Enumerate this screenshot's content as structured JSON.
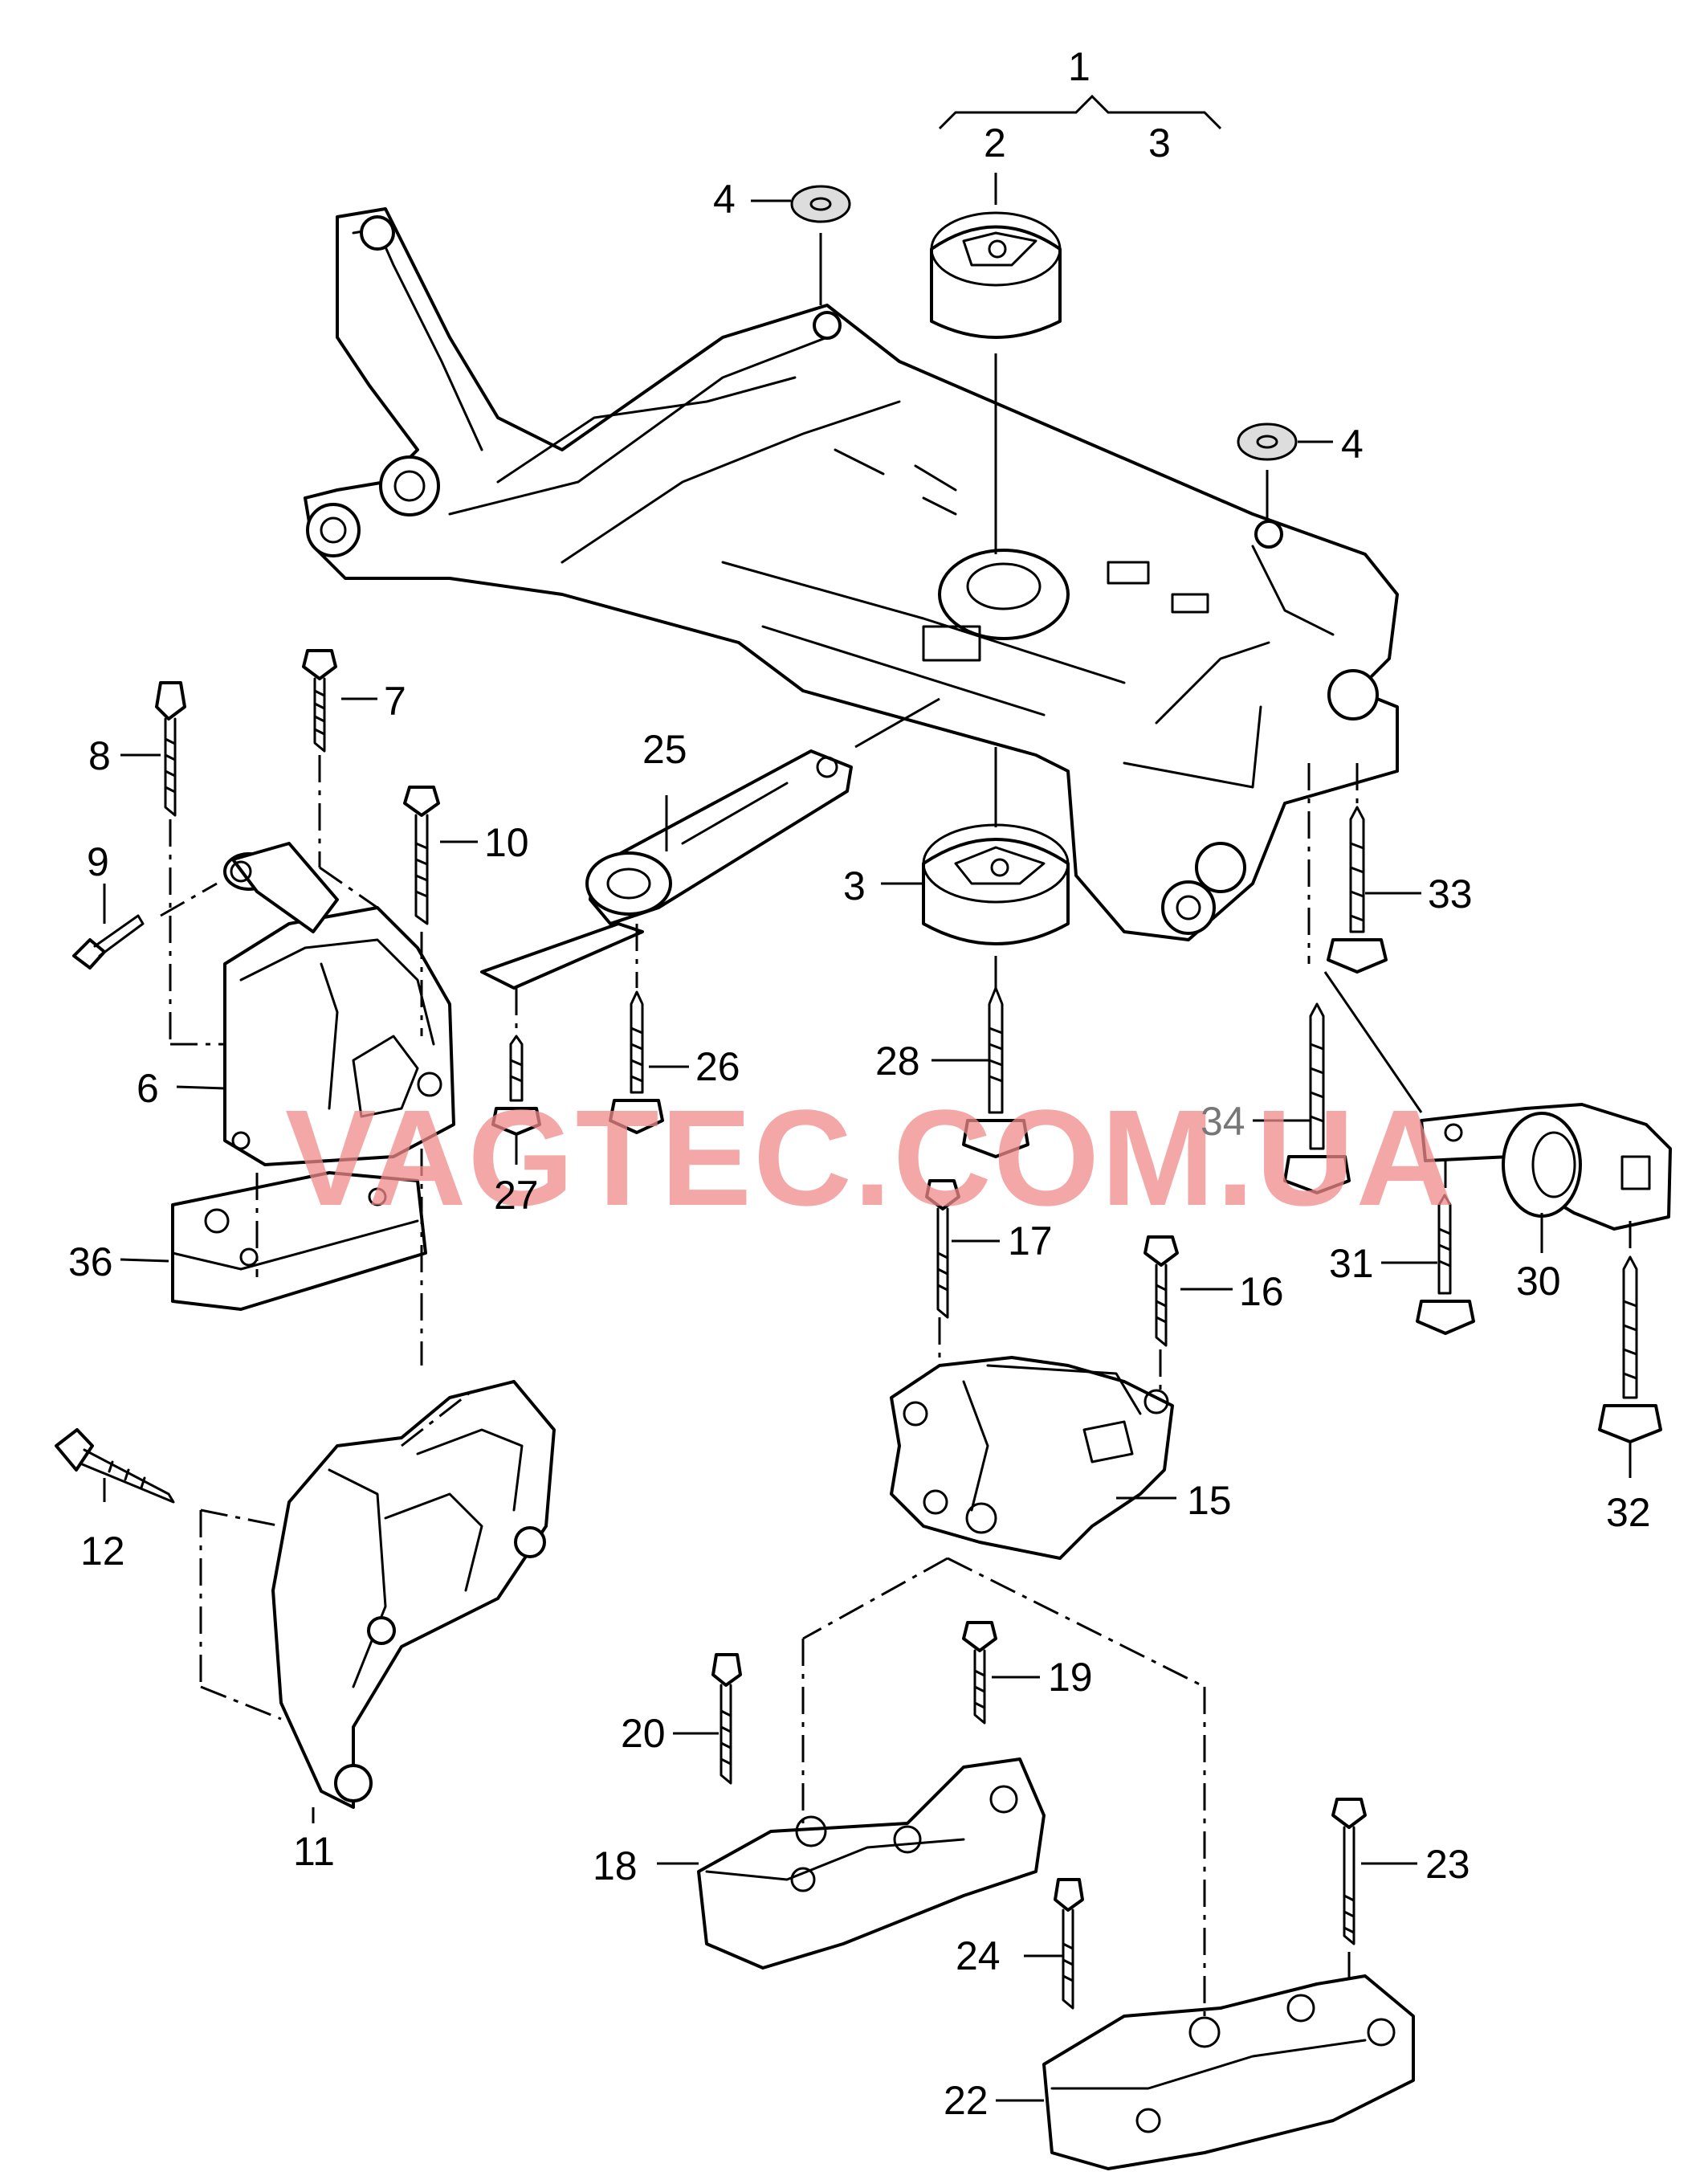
{
  "watermark": "VAGTEC.COM.UA",
  "callouts": {
    "c1": "1",
    "c2": "2",
    "c3": "3",
    "c3b": "3",
    "c4a": "4",
    "c4b": "4",
    "c6": "6",
    "c7": "7",
    "c8": "8",
    "c9": "9",
    "c10": "10",
    "c11": "11",
    "c12": "12",
    "c15": "15",
    "c16": "16",
    "c17": "17",
    "c18": "18",
    "c19": "19",
    "c20": "20",
    "c22": "22",
    "c23": "23",
    "c24": "24",
    "c25": "25",
    "c26": "26",
    "c27": "27",
    "c28": "28",
    "c30": "30",
    "c31": "31",
    "c32": "32",
    "c33": "33",
    "c34": "34",
    "c36": "36"
  }
}
